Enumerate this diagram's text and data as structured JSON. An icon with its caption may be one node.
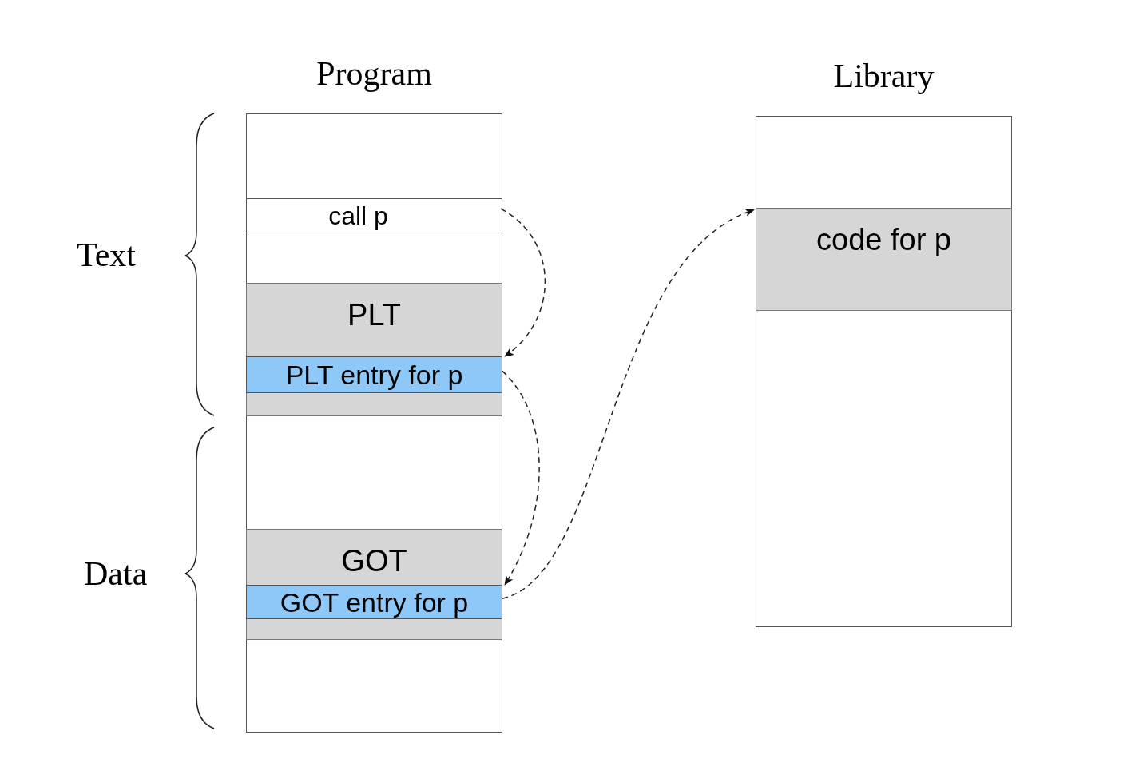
{
  "diagram": {
    "nodes": [
      {
        "text": [
          "Program"
        ]
      },
      {
        "text": [
          "call p"
        ],
        "in": 0
      },
      {
        "text": [
          "PLT"
        ],
        "in": 0
      },
      {
        "text": [
          "PLT entry for p"
        ],
        "in": 2
      },
      {
        "text": [
          "GOT"
        ],
        "in": 0
      },
      {
        "text": [
          "GOT entry for p"
        ],
        "in": 4
      },
      {
        "text": [
          "Library"
        ]
      },
      {
        "text": [
          "code for p"
        ],
        "in": 6
      }
    ],
    "edges": [
      {
        "from": 1,
        "to": 3,
        "arrow": "to",
        "style": "dashed"
      },
      {
        "from": 3,
        "to": 5,
        "arrow": "to",
        "style": "dashed"
      },
      {
        "from": 5,
        "to": 7,
        "arrow": "to",
        "style": "dashed"
      }
    ],
    "labels": [
      "Text",
      "Data"
    ]
  }
}
